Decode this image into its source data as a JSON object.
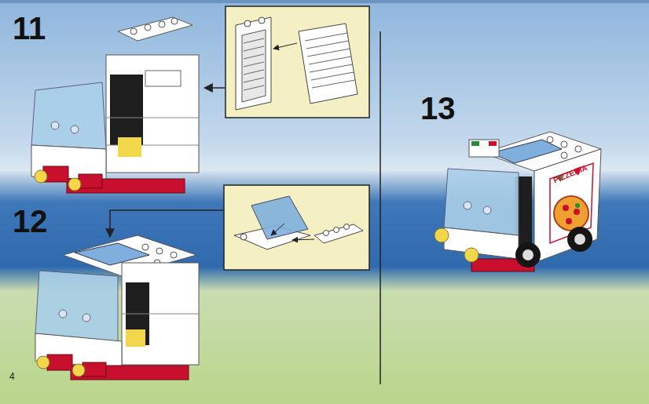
{
  "diagram": {
    "labels": [
      "11",
      "12",
      "13",
      "PIZZERIA",
      "4"
    ]
  }
}
